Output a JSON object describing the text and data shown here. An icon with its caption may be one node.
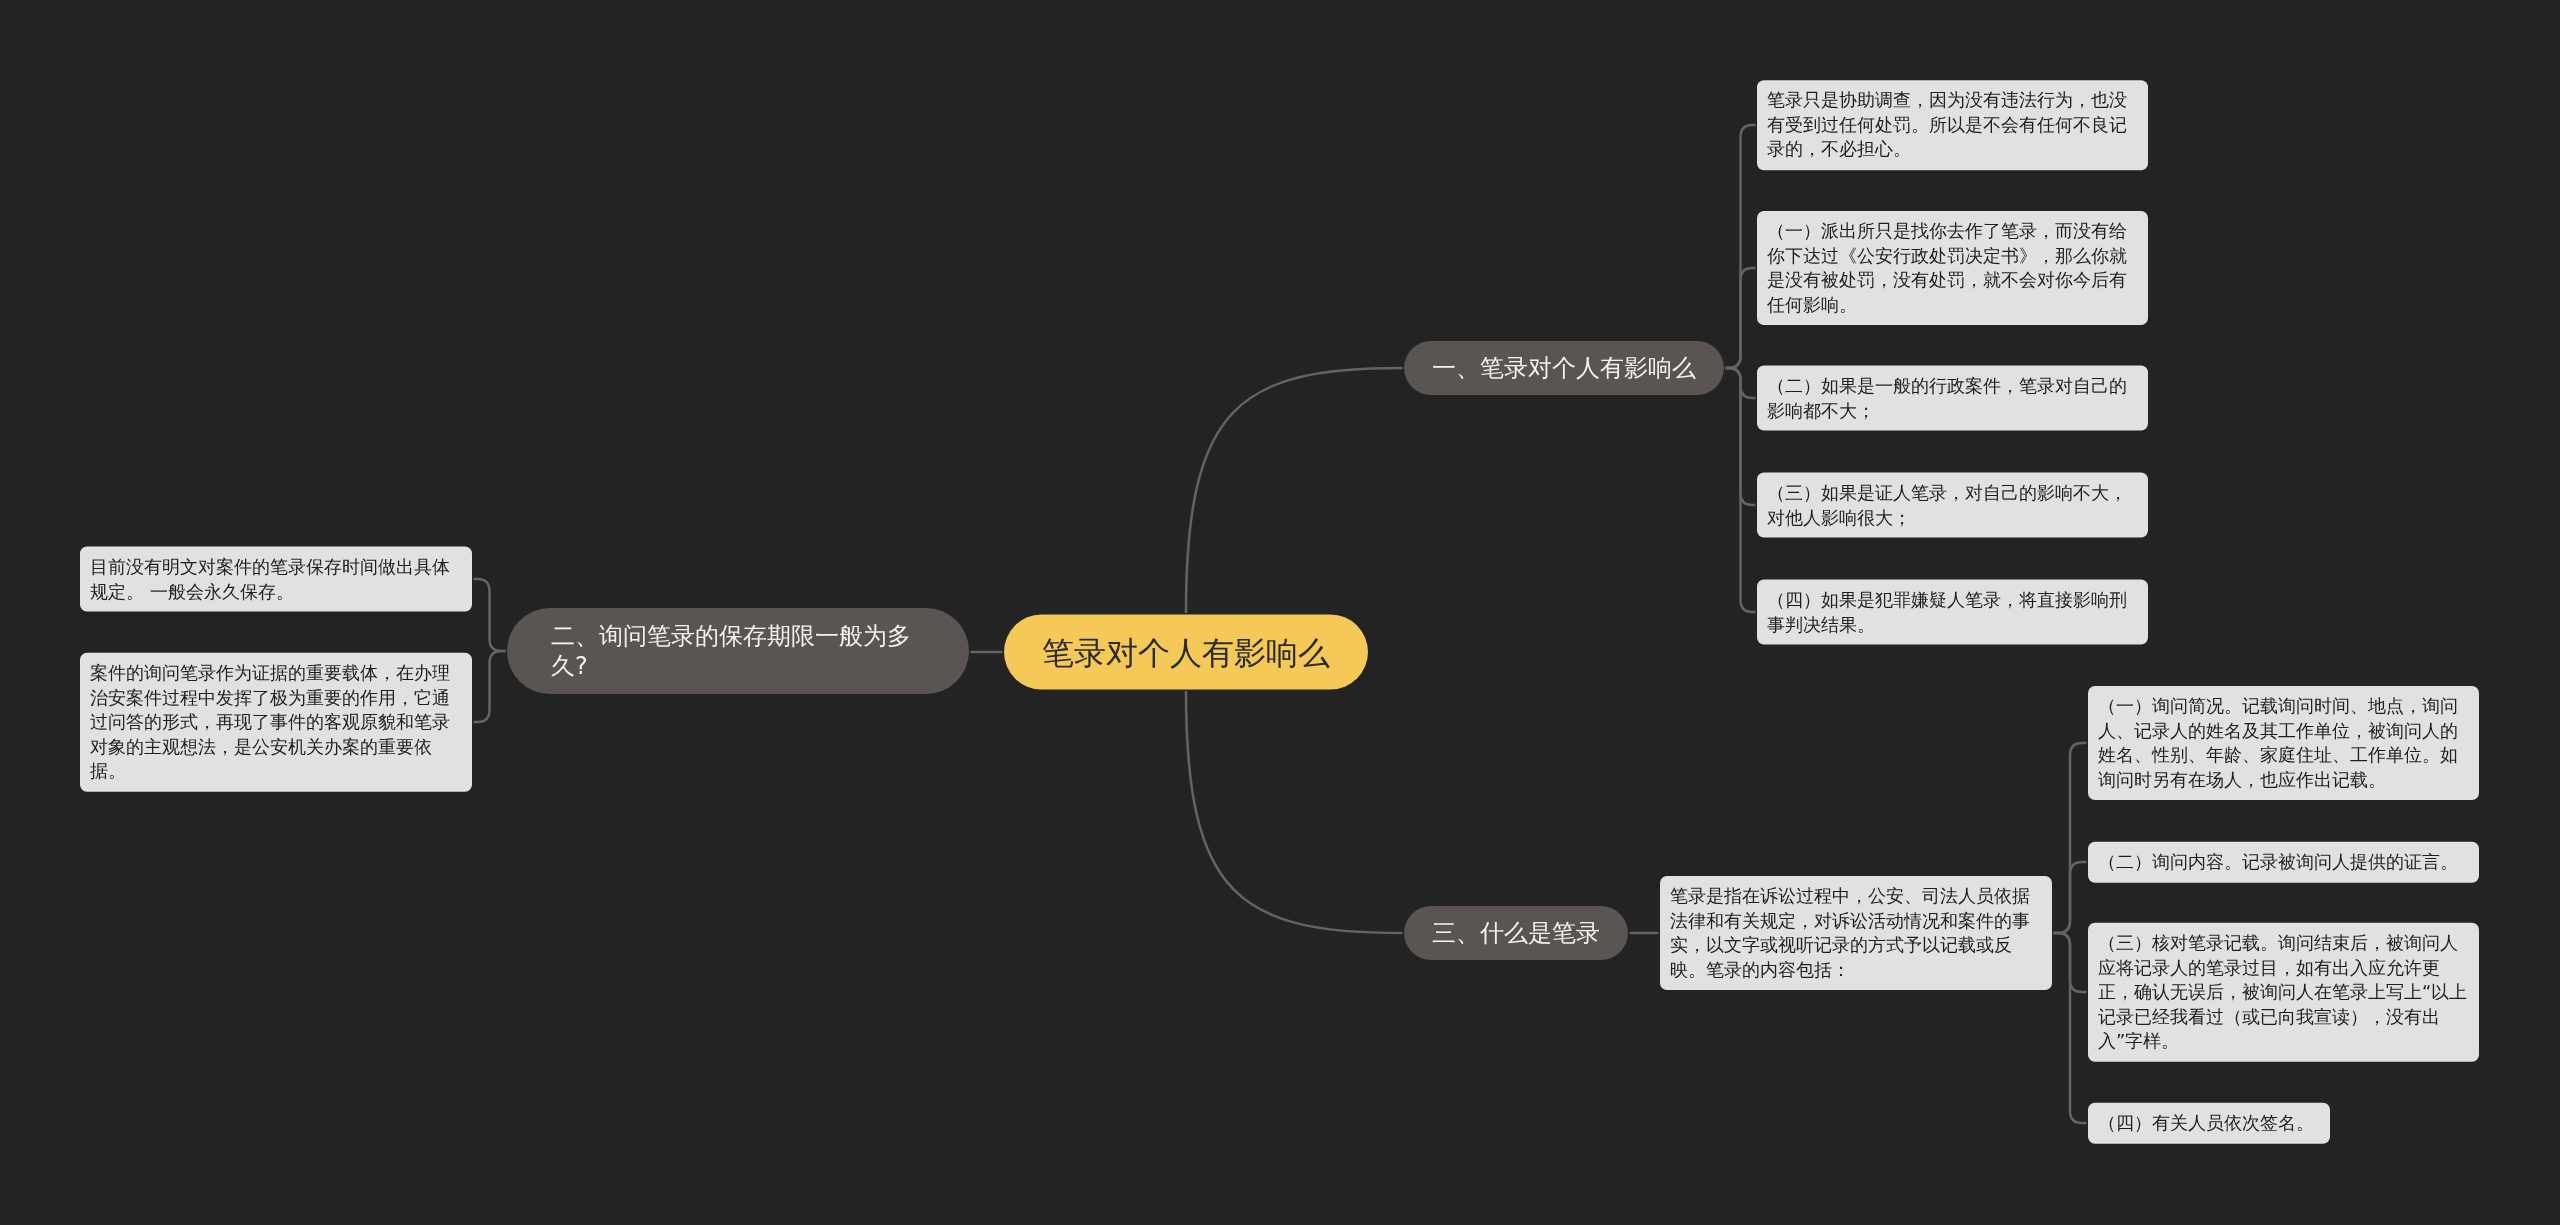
{
  "diagram": {
    "nodes": [
      {
        "text": [
          "笔录对个人有影响么"
        ]
      },
      {
        "text": [
          "二、询问笔录的保存期限一般为多久?"
        ]
      },
      {
        "text": [
          "目前没有明文对案件的笔录保存时间做出具体规定。 一般会永久保存。"
        ]
      },
      {
        "text": [
          "案件的询问笔录作为证据的重要载体，在办理治安案件过程中发挥了极为重要的作用，它通过问答的形式，再现了事件的客观原貌和笔录对象的主观想法，是公安机关办案的重要依据。"
        ]
      },
      {
        "text": [
          "一、笔录对个人有影响么"
        ]
      },
      {
        "text": [
          "笔录只是协助调查，因为没有违法行为，也没有受到过任何处罚。所以是不会有任何不良记录的，不必担心。"
        ]
      },
      {
        "text": [
          "（一）派出所只是找你去作了笔录，而没有给你下达过《公安行政处罚决定书》，那么你就是没有被处罚，没有处罚，就不会对你今后有任何影响。"
        ]
      },
      {
        "text": [
          "（二）如果是一般的行政案件，笔录对自己的影响都不大；"
        ]
      },
      {
        "text": [
          "（三）如果是证人笔录，对自己的影响不大，对他人影响很大；"
        ]
      },
      {
        "text": [
          "（四）如果是犯罪嫌疑人笔录，将直接影响刑事判决结果。"
        ]
      },
      {
        "text": [
          "三、什么是笔录"
        ]
      },
      {
        "text": [
          "笔录是指在诉讼过程中，公安、司法人员依据法律和有关规定，对诉讼活动情况和案件的事实，以文字或视听记录的方式予以记载或反映。笔录的内容包括："
        ]
      },
      {
        "text": [
          "（一）询问简况。记载询问时间、地点，询问人、记录人的姓名及其工作单位，被询问人的姓名、性别、年龄、家庭住址、工作单位。如询问时另有在场人，也应作出记载。"
        ]
      },
      {
        "text": [
          "（二）询问内容。记录被询问人提供的证言。"
        ]
      },
      {
        "text": [
          "（三）核对笔录记载。询问结束后，被询问人应将记录人的笔录过目，如有出入应允许更正，确认无误后，被询问人在笔录上写上“以上记录已经我看过（或已向我宣读），没有出入”字样。"
        ]
      },
      {
        "text": [
          "（四）有关人员依次签名。"
        ]
      }
    ],
    "edges": [
      {
        "from": 0,
        "to": 1,
        "arrow": "none"
      },
      {
        "from": 1,
        "to": 2,
        "arrow": "none"
      },
      {
        "from": 1,
        "to": 3,
        "arrow": "none"
      },
      {
        "from": 0,
        "to": 4,
        "arrow": "none"
      },
      {
        "from": 4,
        "to": 5,
        "arrow": "none"
      },
      {
        "from": 4,
        "to": 6,
        "arrow": "none"
      },
      {
        "from": 4,
        "to": 7,
        "arrow": "none"
      },
      {
        "from": 4,
        "to": 8,
        "arrow": "none"
      },
      {
        "from": 4,
        "to": 9,
        "arrow": "none"
      },
      {
        "from": 0,
        "to": 10,
        "arrow": "none"
      },
      {
        "from": 10,
        "to": 11,
        "arrow": "none"
      },
      {
        "from": 11,
        "to": 12,
        "arrow": "none"
      },
      {
        "from": 11,
        "to": 13,
        "arrow": "none"
      },
      {
        "from": 11,
        "to": 14,
        "arrow": "none"
      },
      {
        "from": 11,
        "to": 15,
        "arrow": "none"
      }
    ]
  }
}
